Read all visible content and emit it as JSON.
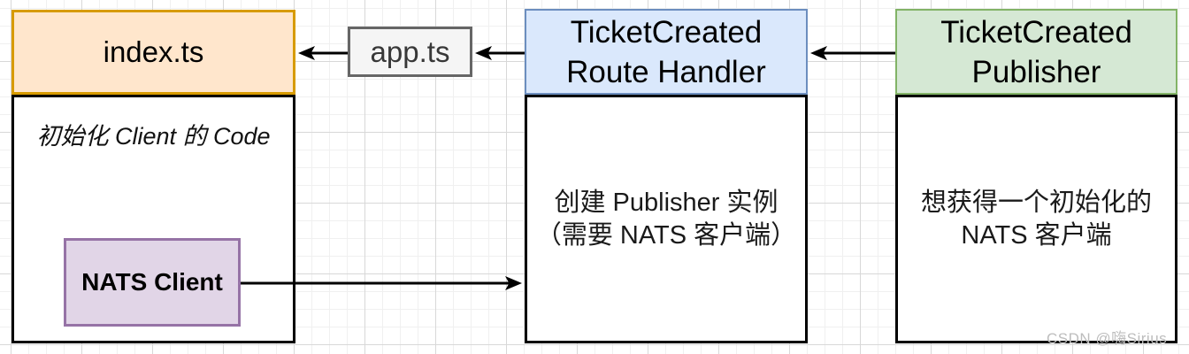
{
  "watermark": {
    "text": "CSDN @嗨Sirius",
    "color": "#bdbdbd"
  },
  "colors": {
    "arrow": "#000000",
    "body_border": "#000000",
    "body_fill": "#ffffff",
    "grid_minor": "#f0f0f0",
    "grid_major": "#d8d8d8"
  },
  "nodes": {
    "index_ts": {
      "title": "index.ts",
      "note": "初始化 Client 的 Code",
      "header_fill": "#ffe6cc",
      "header_border": "#d79b00"
    },
    "nats_client": {
      "label": "NATS Client",
      "fill": "#e1d5e7",
      "border": "#9673a6"
    },
    "app_ts": {
      "label": "app.ts",
      "fill": "#f5f5f5",
      "border": "#666666",
      "text_color": "#383838"
    },
    "route_handler": {
      "title_line1": "TicketCreated",
      "title_line2": "Route Handler",
      "body_line1": "创建 Publisher 实例",
      "body_line2": "（需要 NATS 客户端）",
      "header_fill": "#dae8fc",
      "header_border": "#6c8ebf"
    },
    "publisher": {
      "title_line1": "TicketCreated",
      "title_line2": "Publisher",
      "body_line1": "想获得一个初始化的",
      "body_line2": "NATS 客户端",
      "header_fill": "#d5e8d4",
      "header_border": "#82b366"
    }
  },
  "arrows": {
    "publisher_to_route_handler": "left",
    "route_handler_to_app_ts": "left",
    "app_ts_to_index_ts": "left",
    "nats_client_to_route_handler": "right"
  }
}
